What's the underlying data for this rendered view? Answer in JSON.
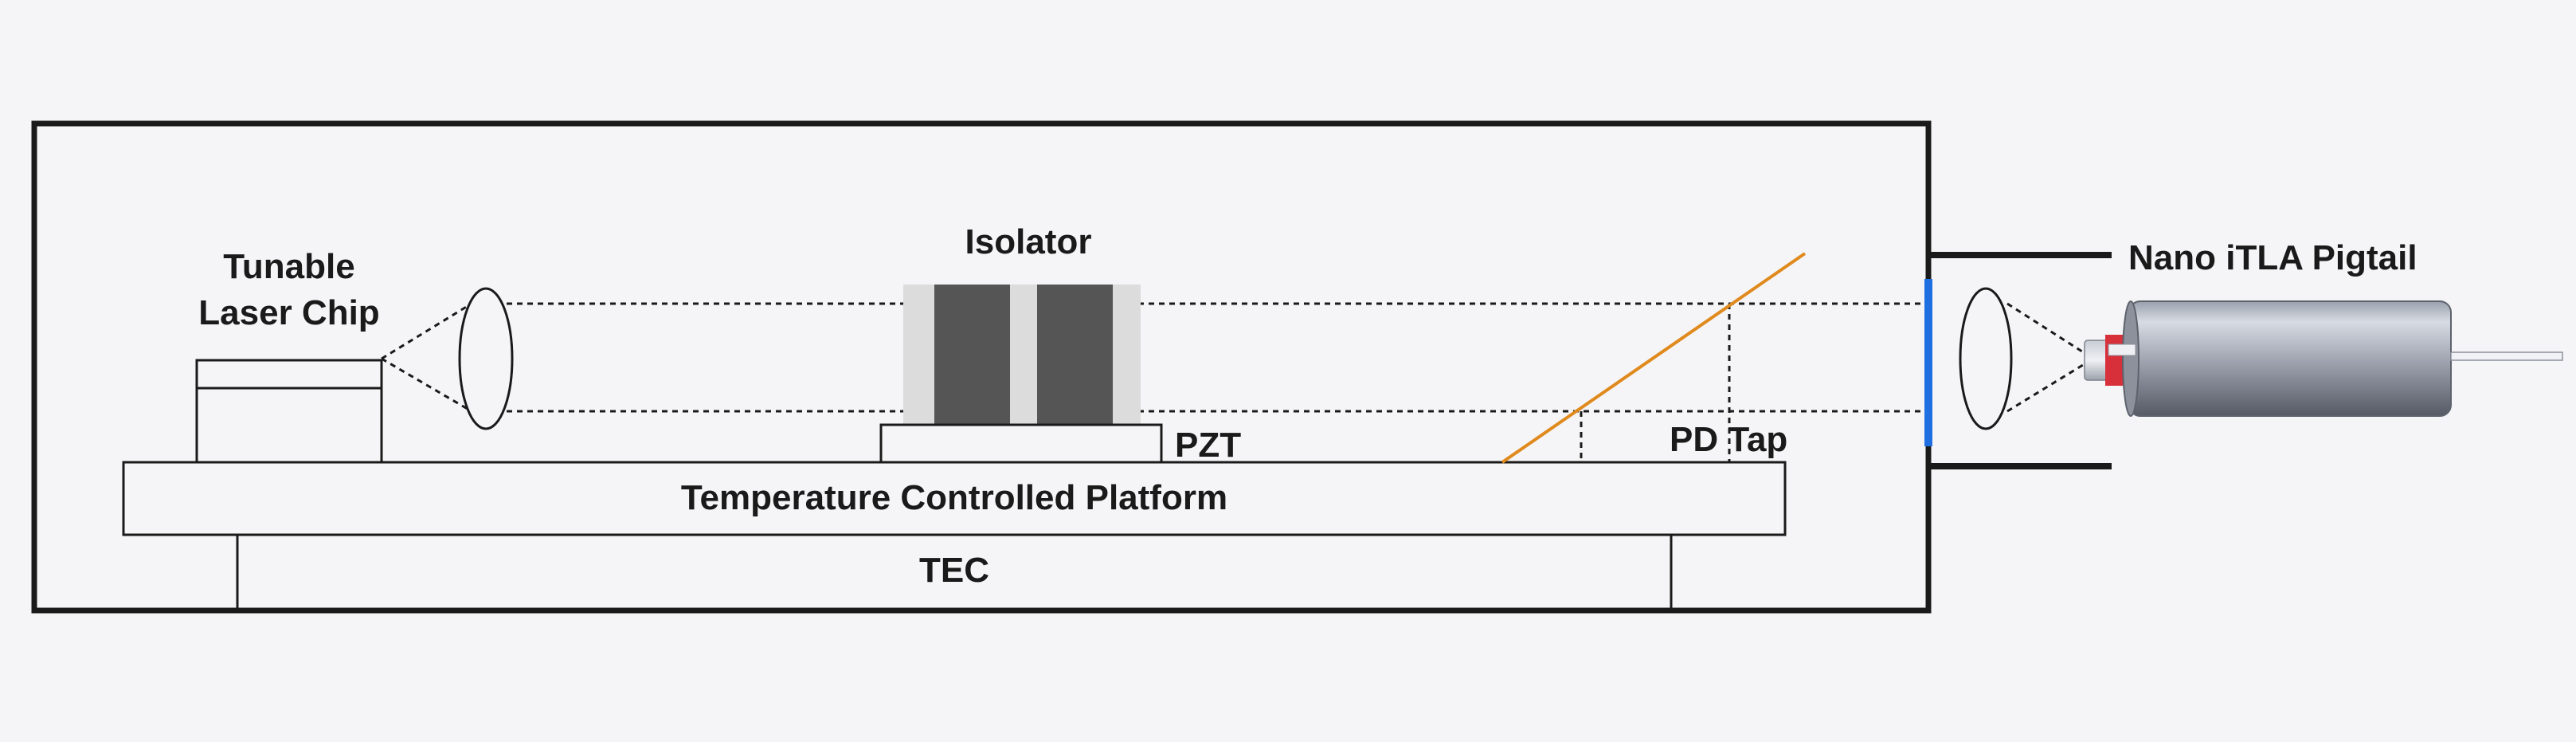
{
  "labels": {
    "tunable_line1": "Tunable",
    "tunable_line2": "Laser Chip",
    "isolator": "Isolator",
    "pzt": "PZT",
    "pd_tap": "PD Tap",
    "platform": "Temperature Controlled Platform",
    "tec": "TEC",
    "pigtail": "Nano iTLA Pigtail"
  },
  "colors": {
    "background": "#f5f5f7",
    "outline": "#1a1a1a",
    "isolator_light": "#dcdcdc",
    "isolator_dark": "#555555",
    "tap_mirror": "#e08a1e",
    "window": "#1e6fe0",
    "ferrule_red": "#d7303b"
  },
  "icons": {
    "pigtail": "fiber-collimator-cylinder-icon"
  }
}
